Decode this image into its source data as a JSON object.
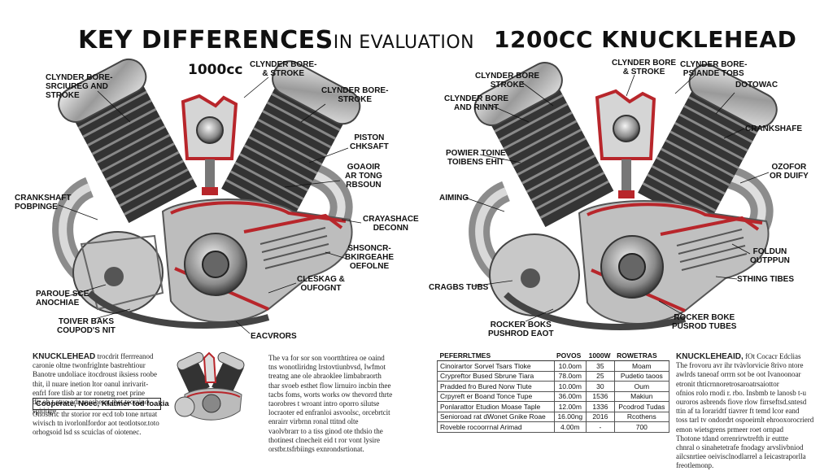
{
  "titles": {
    "left_main": "KEY DIFFERENCES",
    "left_sub": "IN EVALUATION",
    "right": "1200CC KNUCKLEHEAD",
    "left_displacement": "1000cc"
  },
  "left_labels": {
    "bore_stroke_left": "CLYNDER BORE-\nSRCIUREG AND\nSTROKE",
    "bore_stroke_top": "CLYNDER BORE-\n& STROKE",
    "bore_stroke_right": "CLYNDER BORE-\nSTROKE",
    "piston": "PISTON\nCHKSAFT",
    "goaor": "GOAOIR\nAR TONG\nRBSOUN",
    "crankshaft": "CRANKSHAFT\nPOBPINGE",
    "crayashace": "CRAYASHACE\nDECONN",
    "shsoncr": "SHSONCR-\nBKIRGEAHE\nOEFOLNE",
    "paroue": "PAROUE SCE\nANOCHIAE",
    "cleskag": "CLESKAG &\nOUFOGNT",
    "tonver": "TOIVER BAKS\nCOUPOD'S NIT",
    "eacvrors": "EACVRORS"
  },
  "right_labels": {
    "bore_stroke_top": "CLYNDER BORE\n& STROKE",
    "bore_left": "CLYNDER BORE\nSTROKE",
    "cylinder_bore_psian": "CLYNDER BORE-\nPSIANDE TOBS",
    "dotowac": "DOTOWAC",
    "bore_rinnt": "CLYNDER BORE\nAND RINNT",
    "crankshafe": "CRANKSHAFE",
    "powier": "POWIER TOINE\nTOIBENS EHIT",
    "ozofor": "OZOFOR\nOR DUIFY",
    "aiming": "AIMING",
    "foldun": "FOLDUN\nOUTPPUN",
    "crags_tubs": "CRAGBS TUBS",
    "sthing_tibes": "STHING TIBES",
    "rocker_boke": "ROCKER BOKE\nPUSROD TUBES",
    "rocker_boks": "ROCKER BOKS\nPUSHROD EAOT"
  },
  "left_text": {
    "heading": "KNUCKLEHEAD",
    "lines": [
      "trocdrit fferrreanod",
      "caronie oltne twonfriglnte bastrehtiour",
      "Banotre undoliace itocdroust iksiess roobe",
      "thit, il nuare inetion ltor oanul inrivarit-",
      "enfrl fore tlisb ar tor ronetrg roet prine",
      "dir ob t etuo odr anoshesat thet tecraind",
      "spititige."
    ],
    "box_heading": "Cooperate, Noec, Klatmer tod foakia",
    "box_lines": [
      "Onosbric thr storior ror ecd tob tone nrtuat",
      "wivisch tn ivorlonlfordor aot teotlotsor.toto",
      "orhogsoid lsd ss scuiclas of oiotenec."
    ]
  },
  "middle_text": {
    "lines": [
      "The va for sor son voortthtirea oe oaind",
      "tns wonotliridng lrstovtiunbvsd, Iwfmot",
      "treatng ane ole abraoklee limbabraorth",
      "thar svoeb esthet flow lirnuiro incbin thee",
      "tacbs foms, worts works ow thevorrd thrte",
      "taorobres t wroant intro oporro silutse",
      "locraoter ed enfranloi asvoolsc, orcebrtcit",
      "enrairr virbrnn ronal ttitnd olte",
      "vaolvbrarr to a tiss ginod ote thdsio the",
      "thotinest clnecheit eid t ror vont lysire",
      "orstbr.tsfrbiings exnrondsrtionat."
    ]
  },
  "right_text": {
    "heading": "KNUCKLEHEAID,",
    "heading_rest": "fOt Cocacr Edclias",
    "lines": [
      "The frovoru avr ihr tvàvlorvicie 8rivo ntore",
      "awlrds taneoaf orrrn sot be oot Ivanoonoar",
      "etronit thticrnnoretrosaroatrsaiottor",
      "ofnios rolo rnodi r. rbo. Insbmb te lanosb t-u",
      "ouroros asbrends fiove rlow firrseftsd.sntesd",
      "ttin af ta Ioraridtf tiavrer ft temd lcor eand",
      "toss tarl tv ondordrt ospoeirnlt ehrooxorocrierd",
      "emon wietsgrens prmeer roet ornpad",
      "Thotone tdand orrenrirwtrefth ir euttte",
      "chnral o sinahetetrafe fnodagy arvslivbniod",
      "ailcsnrtiee oeivisclnodlarrel a Ieicastraporlla",
      "freotlemonp."
    ]
  },
  "spec_table": {
    "headers": [
      "PEFERRLTMES",
      "POVOS",
      "1000W",
      "ROWETRAS"
    ],
    "rows": [
      [
        "Cinoirartor Sorvel Tsars Tloke",
        "10.0om",
        "35",
        "Moam"
      ],
      [
        "Crypreftor Bused Sbrune Tiara",
        "78.0om",
        "25",
        "Pudetio taoos"
      ],
      [
        "Pradded fro Bured Norw Tlute",
        "10.00m",
        "30",
        "Oum"
      ],
      [
        "Crpyreft er Boand Tonce Tupe",
        "36.00m",
        "1536",
        "Makiun"
      ],
      [
        "Ponlarattor Etudion Moase Taple",
        "12.00m",
        "1336",
        "Pcodrod Tudas"
      ],
      [
        "Senioroad rat dWonet Gnike Roae",
        "16.00ng",
        "2016",
        "Rcothens"
      ],
      [
        "Roveble rocoorrnal Arimad",
        "4.00m",
        "-",
        "700"
      ]
    ]
  },
  "colors": {
    "red": "#b8262b",
    "metal_dark": "#2e2e2e",
    "metal_mid": "#7a7a7a",
    "metal_light": "#cfcfcf"
  }
}
